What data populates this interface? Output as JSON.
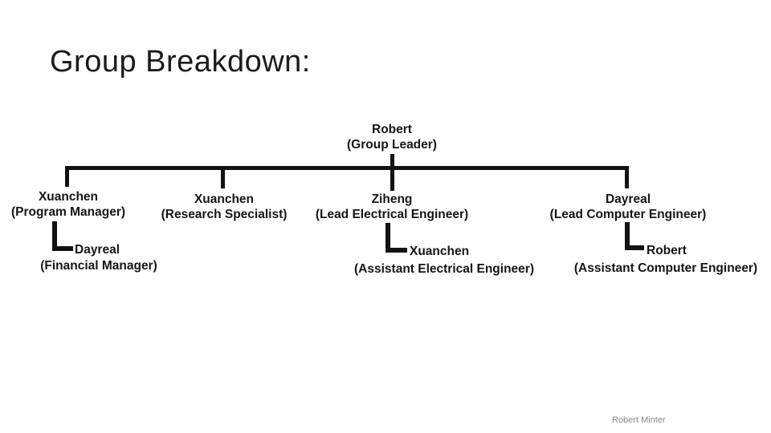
{
  "slide": {
    "title": "Group Breakdown:",
    "footer_author": "Robert Minter"
  },
  "colors": {
    "title_text": "#1b1b1b",
    "node_text": "#151515",
    "connector": "#121212",
    "footer_text": "#8a8a8a",
    "background": "#ffffff"
  },
  "org_chart": {
    "type": "org-tree",
    "root": {
      "name": "Robert",
      "role": "(Group Leader)"
    },
    "children": [
      {
        "name": "Xuanchen",
        "role": "(Program Manager)",
        "report": {
          "name": "Dayreal",
          "role": "(Financial Manager)"
        }
      },
      {
        "name": "Xuanchen",
        "role": "(Research Specialist)"
      },
      {
        "name": "Ziheng",
        "role": "(Lead Electrical Engineer)",
        "report": {
          "name": "Xuanchen",
          "role": "(Assistant Electrical Engineer)"
        }
      },
      {
        "name": "Dayreal",
        "role": "(Lead Computer Engineer)",
        "report": {
          "name": "Robert",
          "role": "(Assistant Computer Engineer)"
        }
      }
    ]
  }
}
